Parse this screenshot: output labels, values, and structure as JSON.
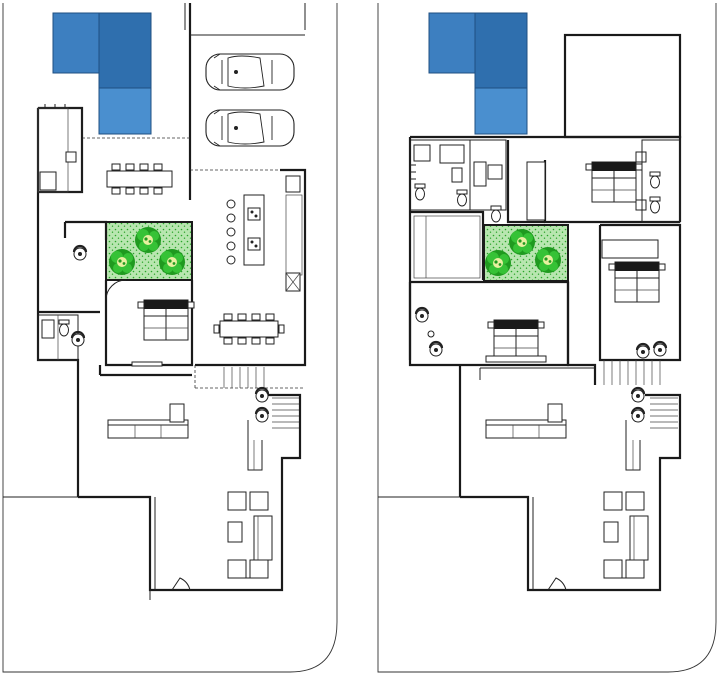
{
  "colors": {
    "pool_fill": "#2f6fae",
    "pool_fill_light": "#5b9fd8",
    "pool_stroke": "#1f4f82",
    "garden_bg": "#b8e6b0",
    "plant_dark": "#1f9a1f",
    "plant_mid": "#36c236",
    "plant_light": "#e8f0a0",
    "wall": "#1a1a1a",
    "site_line": "#333333"
  },
  "drawing": {
    "ground_floor": {
      "elements": [
        "site-boundary",
        "pool",
        "carport",
        "car",
        "kitchen",
        "dining-table",
        "courtyard-garden",
        "bedroom",
        "bed",
        "kitchen-island",
        "staircase",
        "sofa",
        "lounge-seating",
        "entry-door",
        "bathroom",
        "toilet"
      ]
    },
    "upper_floor": {
      "elements": [
        "site-boundary",
        "pool",
        "roof-void",
        "master-bedroom",
        "bed",
        "courtyard-garden",
        "bathroom",
        "toilet",
        "staircase",
        "sofa",
        "lounge-seating",
        "armchair"
      ]
    }
  }
}
